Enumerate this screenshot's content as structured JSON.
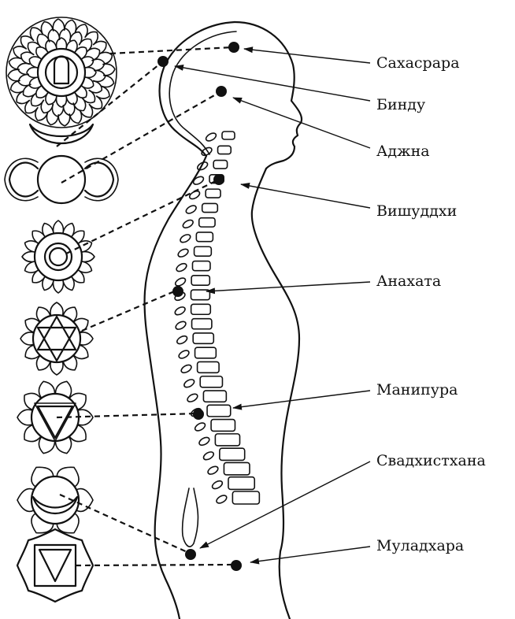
{
  "labels": {
    "sahasrara": "Сахасрара",
    "bindu": "Бинду",
    "ajna": "Аджна",
    "vishuddhi": "Вишуддхи",
    "anahata": "Анахата",
    "manipura": "Манипура",
    "svadhisthana": "Свадхистхана",
    "muladhara": "Муладхара"
  },
  "icons": [
    "sahasrara-lotus-icon",
    "bindu-crescent-icon",
    "ajna-two-petal-icon",
    "vishuddhi-lotus-icon",
    "anahata-hexagram-icon",
    "manipura-triangle-icon",
    "svadhisthana-crescent-icon",
    "muladhara-square-triangle-icon"
  ],
  "colors": {
    "ink": "#111111",
    "background": "#ffffff"
  }
}
